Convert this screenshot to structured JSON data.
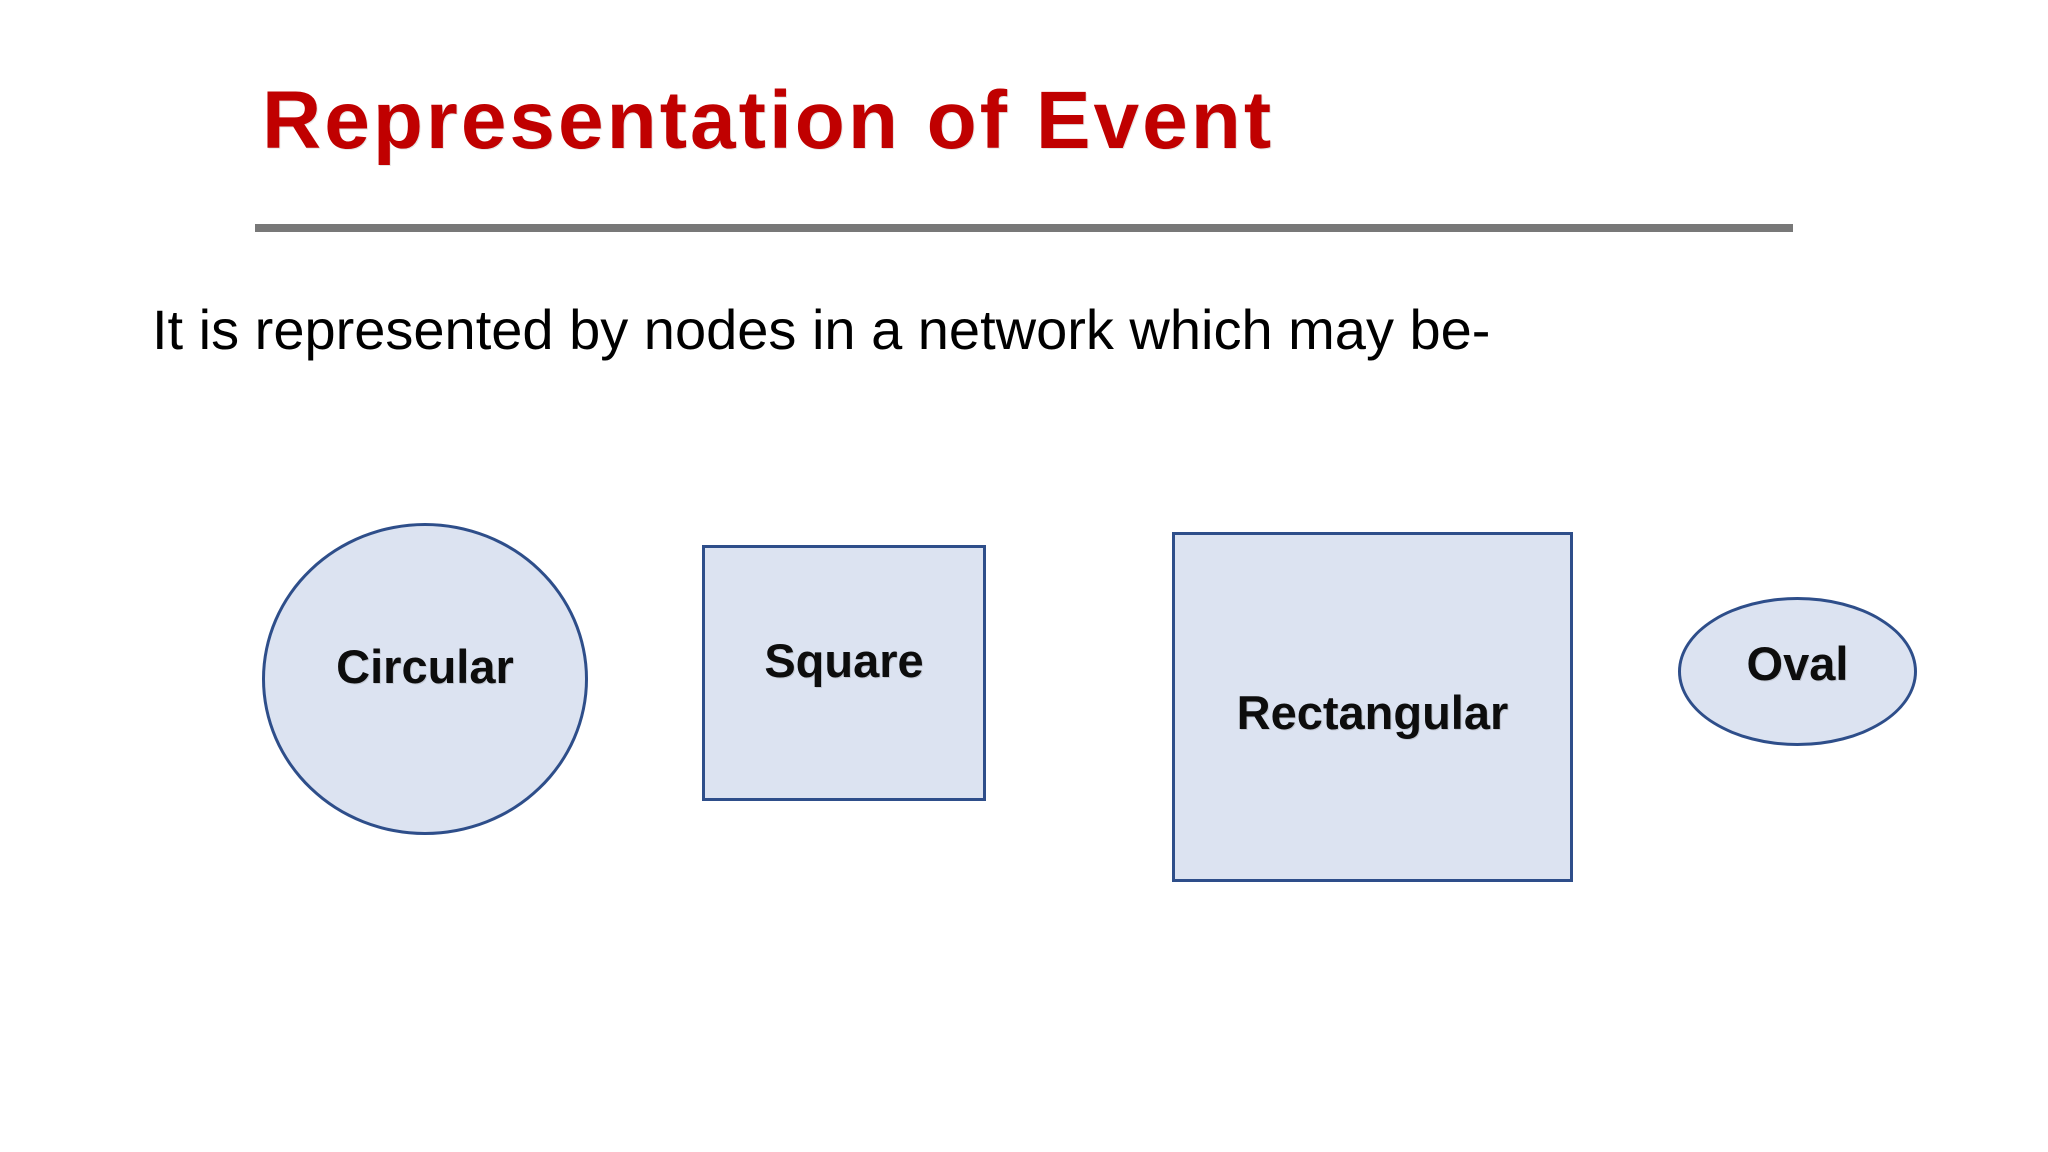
{
  "slide": {
    "title": "Representation of Event",
    "title_color": "#c00000",
    "rule_color": "#787878",
    "background": "#ffffff",
    "body_text": "It is represented by nodes in a network which may be-"
  },
  "shapes": {
    "fill_color": "#dce3f1",
    "border_color": "#2e4e8a",
    "label_color": "#0d0d0d",
    "items": [
      {
        "id": "circular",
        "label": "Circular",
        "kind": "circle"
      },
      {
        "id": "square",
        "label": "Square",
        "kind": "square"
      },
      {
        "id": "rectangular",
        "label": "Rectangular",
        "kind": "rectangle"
      },
      {
        "id": "oval",
        "label": "Oval",
        "kind": "ellipse"
      }
    ]
  }
}
